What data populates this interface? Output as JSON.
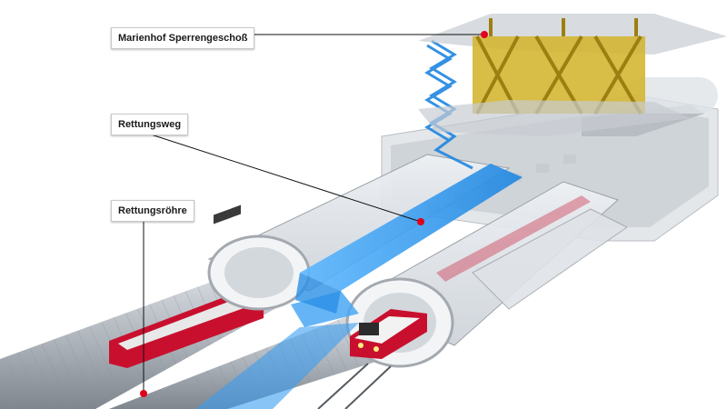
{
  "callouts": {
    "marienhof": {
      "label": "Marienhof Sperrengeschoß"
    },
    "rettungsweg": {
      "label": "Rettungsweg"
    },
    "rettungsroehre": {
      "label": "Rettungsröhre"
    }
  },
  "colors": {
    "tunnel_gray": "#b9bfc6",
    "escape_blue": "#3aa0ee",
    "structure_gold": "#c9a820",
    "train_red": "#c8102e",
    "marker_red": "#e0001a"
  }
}
